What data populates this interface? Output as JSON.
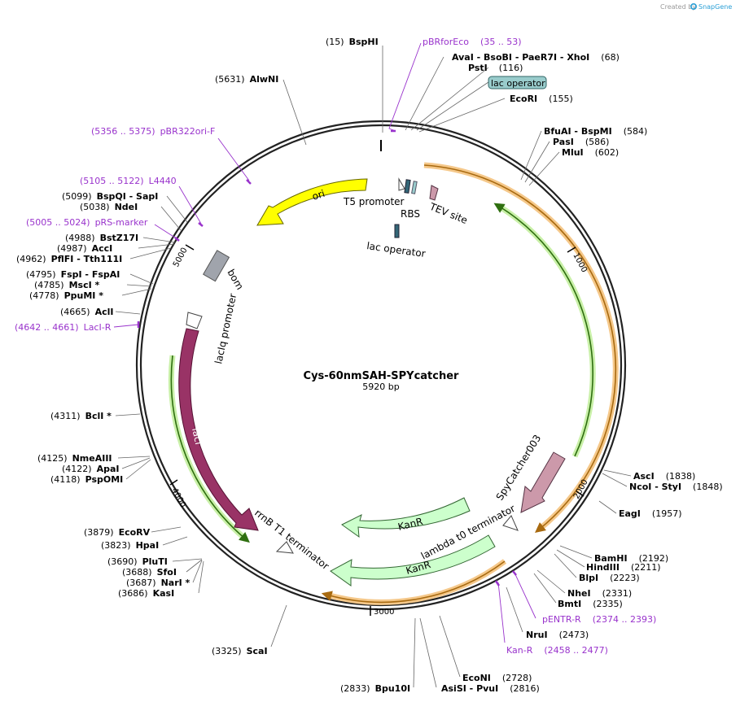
{
  "credit": "Created by",
  "credit_brand": "SnapGene",
  "title": "Cys-60nmSAH-SPYcatcher",
  "size": "5920 bp",
  "ticks": [
    "1000",
    "2000",
    "3000",
    "4000",
    "5000"
  ],
  "features": {
    "ori": "ori",
    "t5_promoter": "T5 promoter",
    "rbs": "RBS",
    "tev_site": "TEV site",
    "lac_operator": "lac operator",
    "lac_operator_box": "lac operator",
    "bom": "bom",
    "laciq_promoter": "lacIq promoter",
    "laci": "lacI",
    "rrnb": "rrnB T1 terminator",
    "kanr1": "KanR",
    "kanr2": "KanR",
    "lambda": "lambda t0 terminator",
    "spycatcher": "SpyCatcher003"
  },
  "sites": {
    "s15": {
      "pos": "(15)",
      "name": "BspHI"
    },
    "s68": {
      "name": "AvaI   - BsoBI   - PaeR7I   - XhoI",
      "pos": "(68)"
    },
    "s116": {
      "name": "PstI",
      "pos": "(116)"
    },
    "s155": {
      "name": "EcoRI",
      "pos": "(155)"
    },
    "s584": {
      "name": "BfuAI   - BspMI",
      "pos": "(584)"
    },
    "s586": {
      "name": "PasI",
      "pos": "(586)"
    },
    "s602": {
      "name": "MluI",
      "pos": "(602)"
    },
    "s1838": {
      "name": "AscI",
      "pos": "(1838)"
    },
    "s1848": {
      "name": "NcoI   - StyI",
      "pos": "(1848)"
    },
    "s1957": {
      "name": "EagI",
      "pos": "(1957)"
    },
    "s2192": {
      "name": "BamHI",
      "pos": "(2192)"
    },
    "s2211": {
      "name": "HindIII",
      "pos": "(2211)"
    },
    "s2223": {
      "name": "BlpI",
      "pos": "(2223)"
    },
    "s2331": {
      "name": "NheI",
      "pos": "(2331)"
    },
    "s2335": {
      "name": "BmtI",
      "pos": "(2335)"
    },
    "s2473": {
      "name": "NruI",
      "pos": "(2473)"
    },
    "s2728": {
      "name": "EcoNI",
      "pos": "(2728)"
    },
    "s2816": {
      "name": "AsiSI   - PvuI",
      "pos": "(2816)"
    },
    "s2833": {
      "pos": "(2833)",
      "name": "Bpu10I"
    },
    "s3325": {
      "pos": "(3325)",
      "name": "ScaI"
    },
    "s3686": {
      "pos": "(3686)",
      "name": "KasI"
    },
    "s3687": {
      "pos": "(3687)",
      "name": "NarI *"
    },
    "s3688": {
      "pos": "(3688)",
      "name": "SfoI"
    },
    "s3690": {
      "pos": "(3690)",
      "name": "PluTI"
    },
    "s3823": {
      "pos": "(3823)",
      "name": "HpaI"
    },
    "s3879": {
      "pos": "(3879)",
      "name": "EcoRV"
    },
    "s4118": {
      "pos": "(4118)",
      "name": "PspOMI"
    },
    "s4122": {
      "pos": "(4122)",
      "name": "ApaI"
    },
    "s4125": {
      "pos": "(4125)",
      "name": "NmeAIII"
    },
    "s4311": {
      "pos": "(4311)",
      "name": "BclI *"
    },
    "s4665": {
      "pos": "(4665)",
      "name": "AclI"
    },
    "s4778": {
      "pos": "(4778)",
      "name": "PpuMI *"
    },
    "s4785": {
      "pos": "(4785)",
      "name": "MscI *"
    },
    "s4795": {
      "pos": "(4795)",
      "name": "FspI   - FspAI"
    },
    "s4962": {
      "pos": "(4962)",
      "name": "PflFI   - Tth111I"
    },
    "s4987": {
      "pos": "(4987)",
      "name": "AccI"
    },
    "s4988": {
      "pos": "(4988)",
      "name": "BstZ17I"
    },
    "s5038": {
      "pos": "(5038)",
      "name": "NdeI"
    },
    "s5099": {
      "pos": "(5099)",
      "name": "BspQI   - SapI"
    },
    "s5631": {
      "pos": "(5631)",
      "name": "AlwNI"
    }
  },
  "primers": {
    "pbrforeco": {
      "name": "pBRforEco",
      "range": "(35 .. 53)"
    },
    "pbr322": {
      "range": "(5356 .. 5375)",
      "name": "pBR322ori-F"
    },
    "l4440": {
      "range": "(5105 .. 5122)",
      "name": "L4440"
    },
    "prs": {
      "range": "(5005 .. 5024)",
      "name": "pRS-marker"
    },
    "lacir": {
      "range": "(4642 .. 4661)",
      "name": "LacI-R"
    },
    "pentr": {
      "name": "pENTR-R",
      "range": "(2374 .. 2393)"
    },
    "kanr": {
      "name": "Kan-R",
      "range": "(2458 .. 2477)"
    }
  },
  "colors": {
    "ori": "#ffff00",
    "laci": "#993366",
    "kanr": "#ccffcc",
    "spycatcher": "#cc99aa",
    "bom": "#a0a4ac",
    "lacop_box": "#99cccc",
    "primer": "#9933cc",
    "orf_orange": "#e8a23a",
    "orf_green": "#66aa33"
  }
}
